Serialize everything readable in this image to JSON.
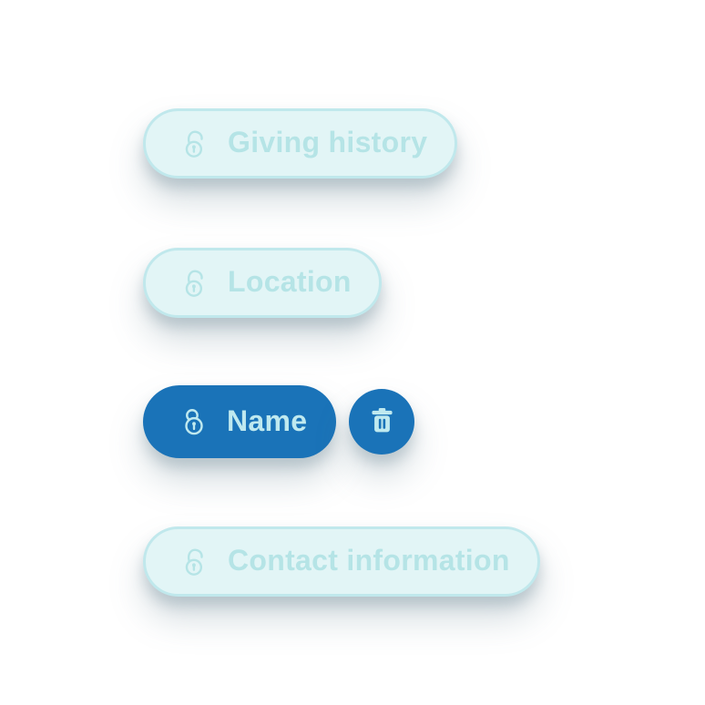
{
  "page": {
    "background": "#ffffff",
    "description": "Chip selector list with lockable field chips"
  },
  "colors": {
    "chip_bg_light": "#e2f5f6",
    "chip_border_light": "#c0e8ec",
    "chip_text_light": "#b5e4e6",
    "chip_bg_selected": "#1a73b8",
    "chip_text_selected": "#bfe9ef",
    "shadow": "rgba(96,125,139,0.27)"
  },
  "chips": [
    {
      "label": "Giving history",
      "state": "unlocked",
      "selected": false,
      "icon": "lock-open-icon"
    },
    {
      "label": "Location",
      "state": "unlocked",
      "selected": false,
      "icon": "lock-open-icon"
    },
    {
      "label": "Name",
      "state": "locked",
      "selected": true,
      "icon": "lock-closed-icon",
      "has_delete_button": true
    },
    {
      "label": "Contact information",
      "state": "unlocked",
      "selected": false,
      "icon": "lock-open-icon"
    }
  ],
  "delete_button": {
    "icon": "trash-icon"
  }
}
